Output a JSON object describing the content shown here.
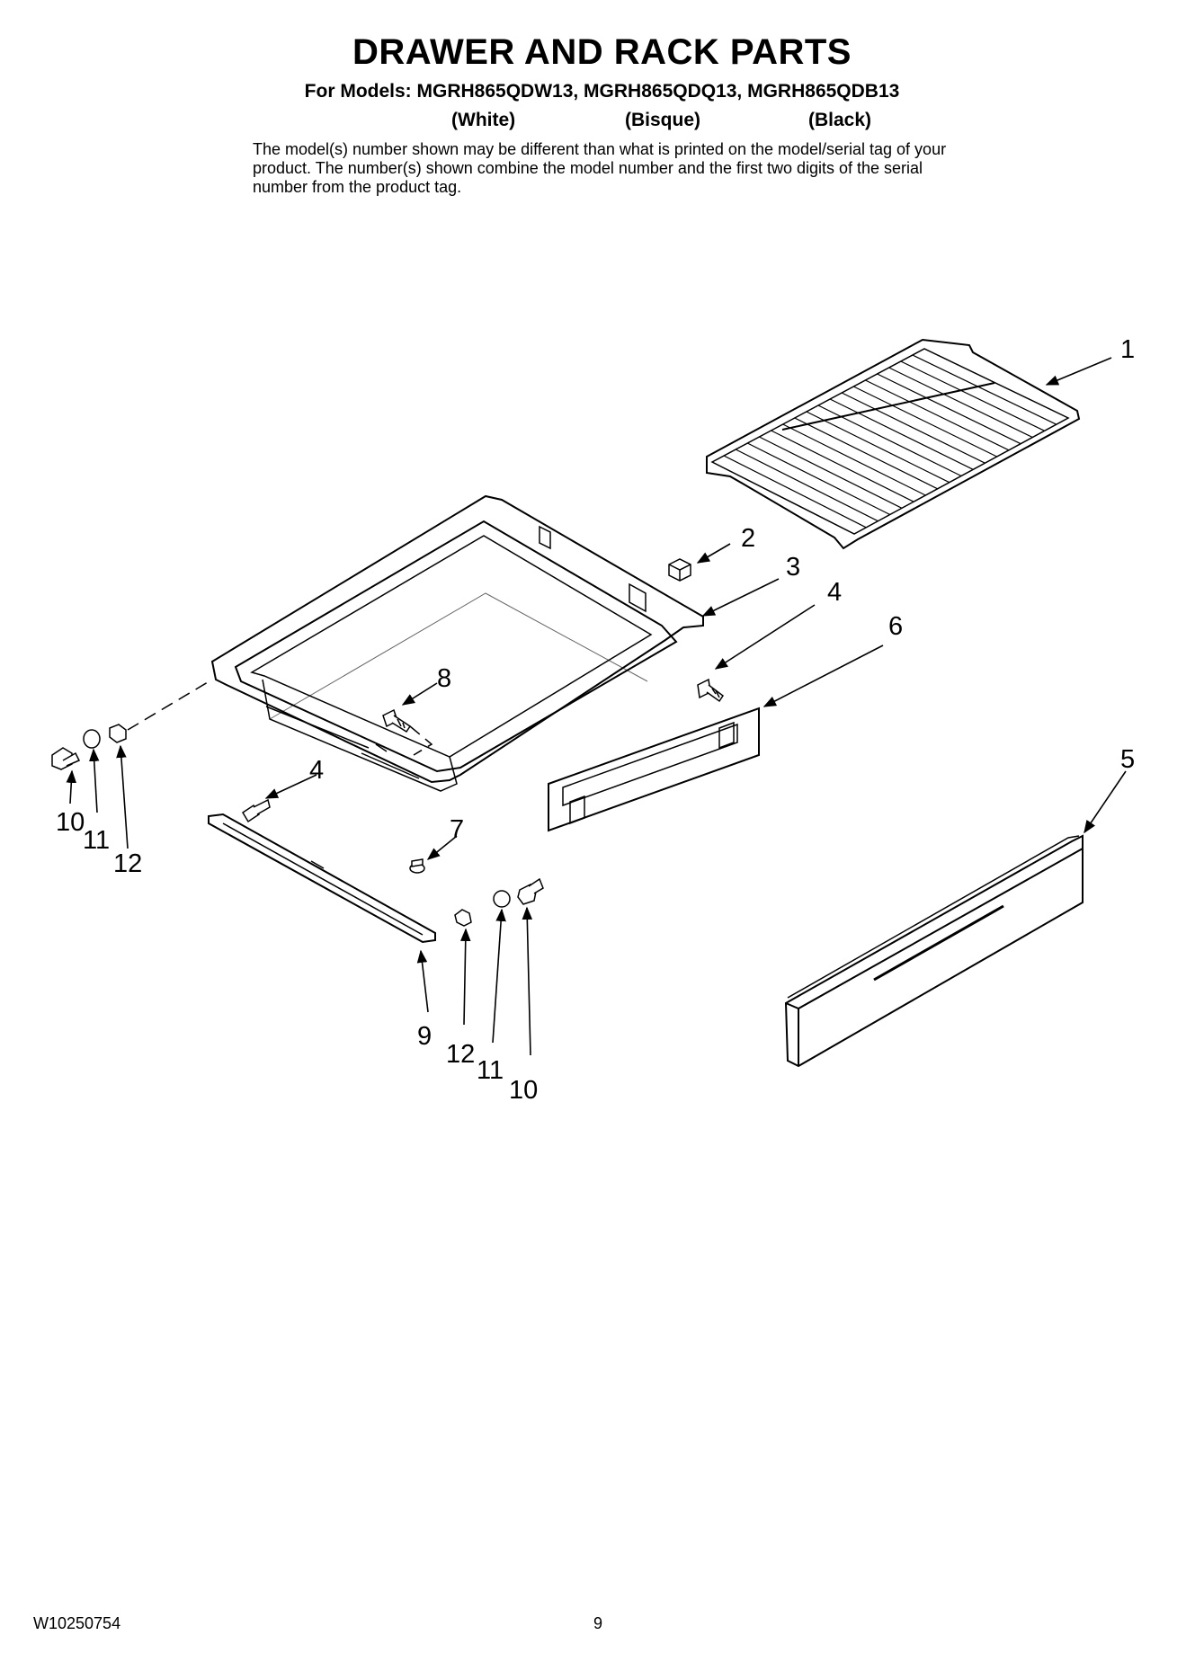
{
  "header": {
    "title": "DRAWER AND RACK PARTS",
    "models_line": "For Models: MGRH865QDW13, MGRH865QDQ13, MGRH865QDB13",
    "colors": [
      "(White)",
      "(Bisque)",
      "(Black)"
    ],
    "note": "The model(s) number shown may be different than what is printed on the model/serial tag of your product. The number(s) shown combine the model number and the first two digits of the serial number from the product tag."
  },
  "callouts": {
    "c1": "1",
    "c2": "2",
    "c3": "3",
    "c4a": "4",
    "c4b": "4",
    "c5": "5",
    "c6": "6",
    "c7": "7",
    "c8": "8",
    "c9": "9",
    "c10a": "10",
    "c11a": "11",
    "c12a": "12",
    "c10b": "10",
    "c11b": "11",
    "c12b": "12"
  },
  "footer": {
    "doc_number": "W10250754",
    "page_number": "9"
  }
}
